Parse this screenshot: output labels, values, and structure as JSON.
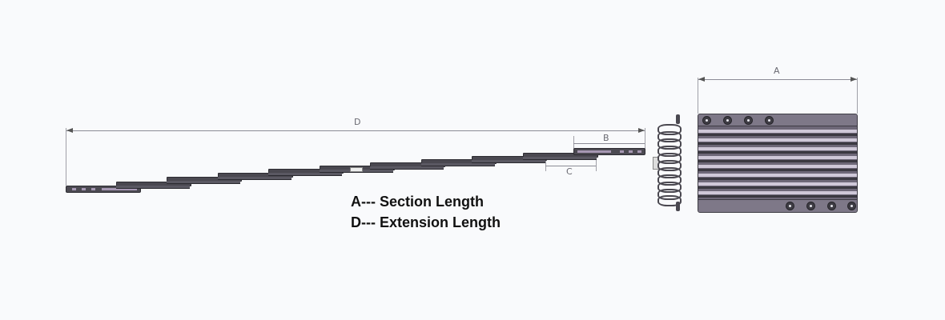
{
  "dimensions": {
    "A": "A",
    "B": "B",
    "C": "C",
    "D": "D"
  },
  "legend": {
    "line1": "A--- Section Length",
    "line2": "D--- Extension Length"
  },
  "colors": {
    "background": "#f9fafc",
    "steel_dark": "#4a4850",
    "panel": "#6e6878",
    "slot_lilac": "#a697b3",
    "dimension_line": "#8c8c96"
  }
}
